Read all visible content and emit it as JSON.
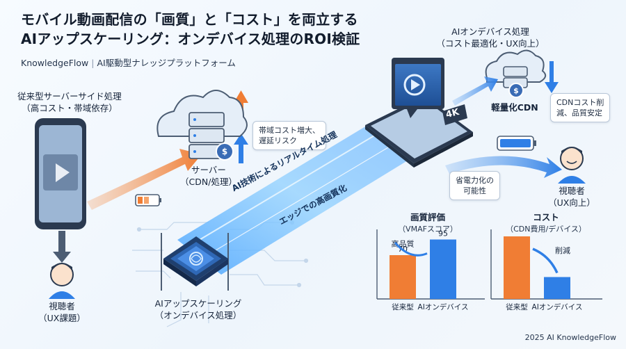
{
  "header": {
    "title_line1": "モバイル動画配信の「画質」と「コスト」を両立する",
    "title_line2": "AIアップスケーリング：オンデバイス処理のROI検証",
    "brand": "KnowledgeFlow",
    "brand_tagline": "AI駆動型ナレッジプラットフォーム"
  },
  "left": {
    "heading_line1": "従来型サーバーサイド処理",
    "heading_line2": "（高コスト・帯域依存）",
    "viewer_label": "視聴者",
    "viewer_sub": "（UX課題）"
  },
  "server": {
    "label": "サーバー",
    "sub": "（CDN/処理）",
    "callout_line1": "帯域コスト増大、",
    "callout_line2": "遅延リスク"
  },
  "chip": {
    "label": "AIアップスケーリング",
    "sub": "（オンデバイス処理）"
  },
  "beam": {
    "text1": "AI技術によるリアルタイム処理",
    "text2": "エッジでの高画質化"
  },
  "tablet": {
    "badge": "4K"
  },
  "right": {
    "heading_line1": "AIオンデバイス処理",
    "heading_line2": "（コスト最適化・UX向上）",
    "cdn_label": "軽量化CDN",
    "cdn_callout_line1": "CDNコスト削",
    "cdn_callout_line2": "減、品質安定",
    "power_callout_line1": "省電力化の",
    "power_callout_line2": "可能性",
    "viewer_label": "視聴者",
    "viewer_sub": "（UX向上）"
  },
  "chart_data": [
    {
      "type": "bar",
      "title": "画質評価",
      "subtitle": "（VMAFスコア）",
      "categories": [
        "従来型",
        "AIオンデバイス"
      ],
      "values": [
        70,
        95
      ],
      "value_labels": [
        "70",
        "95"
      ],
      "annotation": "高品質",
      "ylim": [
        0,
        100
      ],
      "colors": [
        "#f07d34",
        "#2f7fe6"
      ]
    },
    {
      "type": "bar",
      "title": "コスト",
      "subtitle": "（CDN費用/デバイス）",
      "categories": [
        "従来型",
        "AIオンデバイス"
      ],
      "values": [
        100,
        35
      ],
      "annotation": "削減",
      "ylim": [
        0,
        100
      ],
      "colors": [
        "#f07d34",
        "#2f7fe6"
      ]
    }
  ],
  "footer": {
    "text": "2025 AI KnowledgeFlow"
  },
  "colors": {
    "orange": "#f07d34",
    "blue": "#2f7fe6",
    "navy": "#16243a",
    "beam": "#5fb4ff"
  }
}
